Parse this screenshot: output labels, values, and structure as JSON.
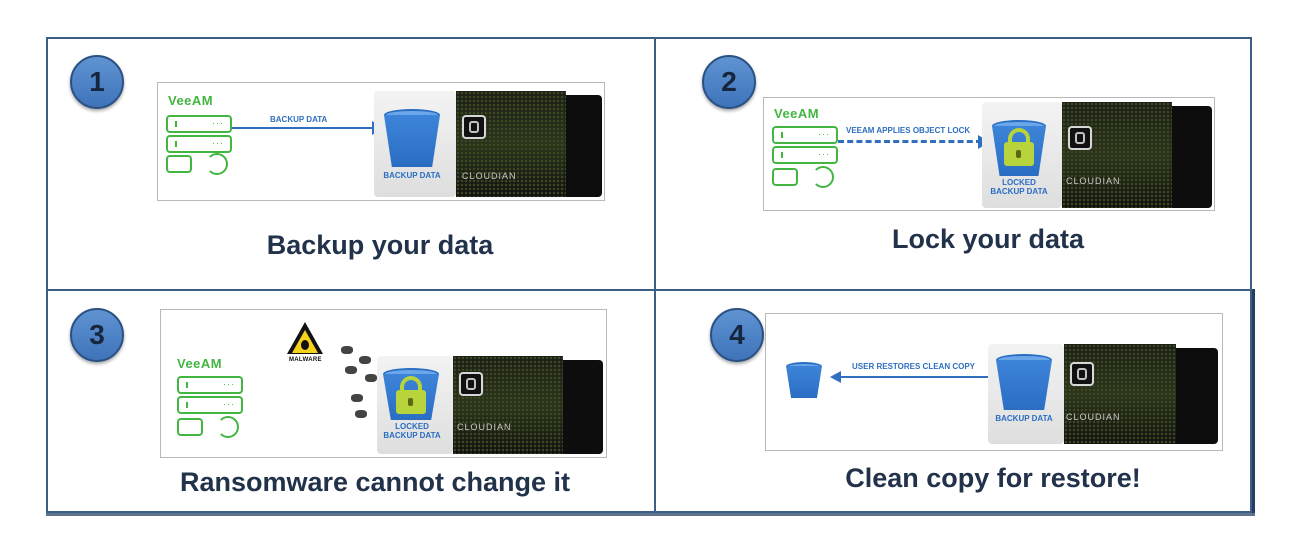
{
  "steps": [
    {
      "number": "1",
      "caption": "Backup your data",
      "arrow_label": "BACKUP DATA",
      "bucket_label": "BACKUP DATA"
    },
    {
      "number": "2",
      "caption": "Lock your data",
      "arrow_label": "VEEAM APPLIES OBJECT LOCK",
      "bucket_label_1": "LOCKED",
      "bucket_label_2": "BACKUP DATA"
    },
    {
      "number": "3",
      "caption": "Ransomware cannot change it",
      "malware_label": "MALWARE",
      "bucket_label_1": "LOCKED",
      "bucket_label_2": "BACKUP DATA"
    },
    {
      "number": "4",
      "caption": "Clean copy for restore!",
      "arrow_label": "USER RESTORES CLEAN COPY",
      "bucket_label": "BACKUP DATA"
    }
  ],
  "brand": {
    "veeam": "VeeAM",
    "cloudian": "CLOUDIAN"
  },
  "colors": {
    "border": "#3d5f86",
    "veeam_green": "#43b541",
    "arrow_blue": "#2e6fc0",
    "caption": "#22324a",
    "badge": "#4a80c6"
  },
  "icons": [
    "server-stack-icon",
    "recycle-icon",
    "bucket-icon",
    "lock-icon",
    "warning-bug-icon",
    "cloudian-logo-icon"
  ]
}
